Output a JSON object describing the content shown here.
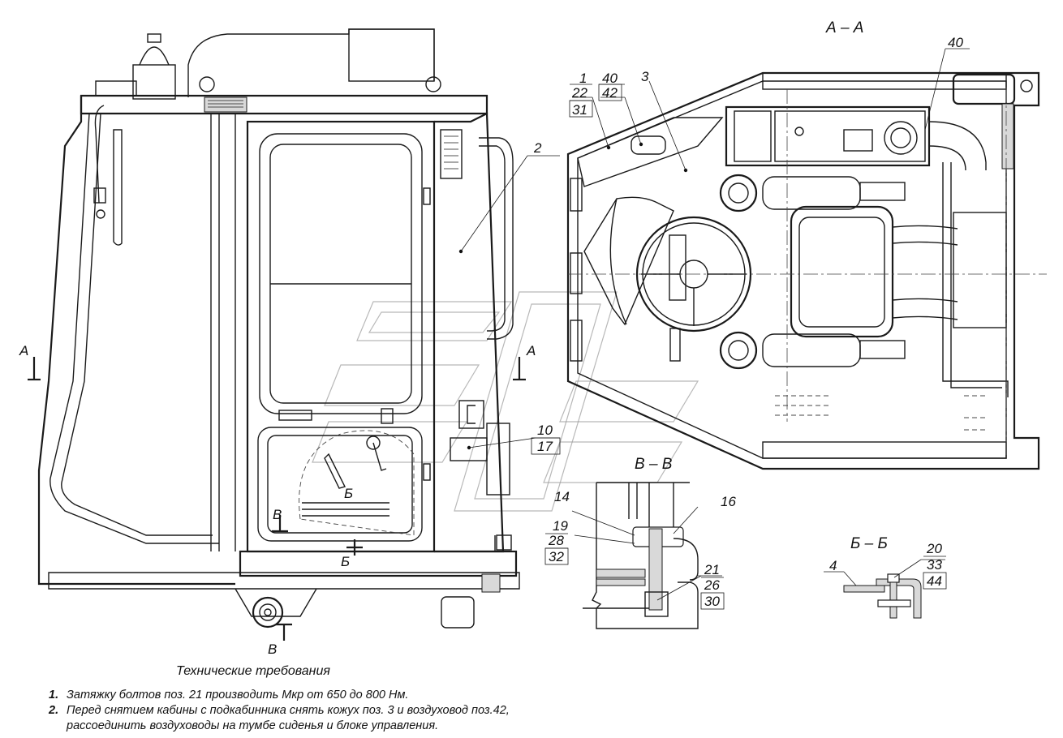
{
  "sections": {
    "aa": "А – А",
    "vv": "В – В",
    "bb": "Б – Б"
  },
  "markers": {
    "a_left": "А",
    "a_right": "А",
    "v_left": "В",
    "v_bottom": "В",
    "b_mid": "Б",
    "b_bottom": "Б"
  },
  "callouts": {
    "c1": "1",
    "c22": "22",
    "c31": "31",
    "c40a": "40",
    "c42": "42",
    "c3": "3",
    "c2": "2",
    "c10": "10",
    "c17": "17",
    "c40b": "40",
    "c14": "14",
    "c16": "16",
    "c19": "19",
    "c28": "28",
    "c32": "32",
    "c21": "21",
    "c26": "26",
    "c30": "30",
    "c4": "4",
    "c20": "20",
    "c33": "33",
    "c44": "44"
  },
  "requirements": {
    "title": "Технические требования",
    "items": [
      {
        "num": "1.",
        "text": "Затяжку болтов поз. 21 производить Мкр от 650 до 800 Нм."
      },
      {
        "num": "2.",
        "text": "Перед снятием кабины с подкабинника снять кожух поз. 3 и воздуховод поз.42,"
      },
      {
        "num": "",
        "text": "рассоединить воздуховоды на тумбе сиденья и блоке управления."
      }
    ]
  }
}
